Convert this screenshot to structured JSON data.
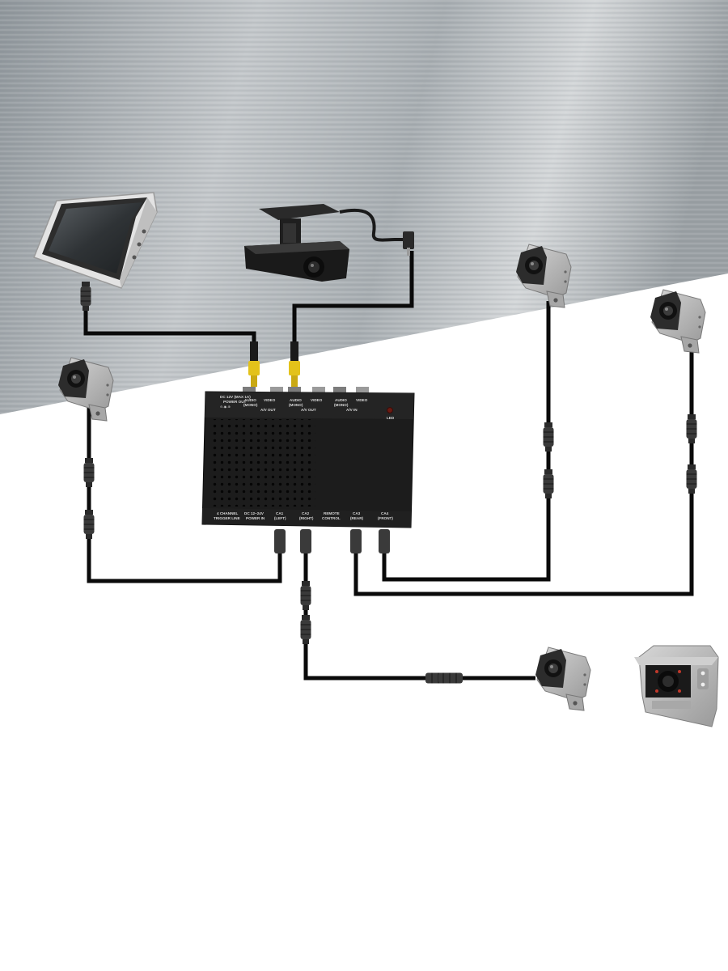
{
  "hub": {
    "top_labels": {
      "power_out_1": "DC 12V (MAX 1A)",
      "power_out_2": "POWER OUT",
      "audio_mono_1": "AUDIO",
      "audio_mono_2": "(MONO)",
      "video_1": "VIDEO",
      "av_out_1": "A/V OUT",
      "audio_mono_3": "AUDIO",
      "audio_mono_4": "(MONO)",
      "video_2": "VIDEO",
      "av_out_2": "A/V OUT",
      "audio_mono_5": "AUDIO",
      "audio_mono_6": "(MONO)",
      "video_3": "VIDEO",
      "av_in": "A/V IN",
      "led": "LED"
    },
    "bottom_labels": {
      "trigger_1": "4 CHANNEL",
      "trigger_2": "TRIGGER LINE",
      "power_in_1": "DC 12~24V",
      "power_in_2": "POWER IN",
      "ca1_1": "CA1",
      "ca1_2": "(LEFT)",
      "ca2_1": "CA2",
      "ca2_2": "(RIGHT)",
      "remote_1": "REMOTE",
      "remote_2": "CONTROL",
      "ca3_1": "CA3",
      "ca3_2": "(REAR)",
      "ca4_1": "CA4",
      "ca4_2": "(FRONT)"
    }
  },
  "colors": {
    "rca_plug": "#e3c21a",
    "wire": "#0a0a0a",
    "hub_body": "#1c1c1c",
    "camera_bracket": "#b9b9b9",
    "backdrop": "#aeb3b6"
  },
  "icons": [
    "monitor-icon",
    "dashcam-icon",
    "side-camera-icon",
    "rear-camera-icon",
    "connector-icon",
    "rca-plug-icon"
  ]
}
